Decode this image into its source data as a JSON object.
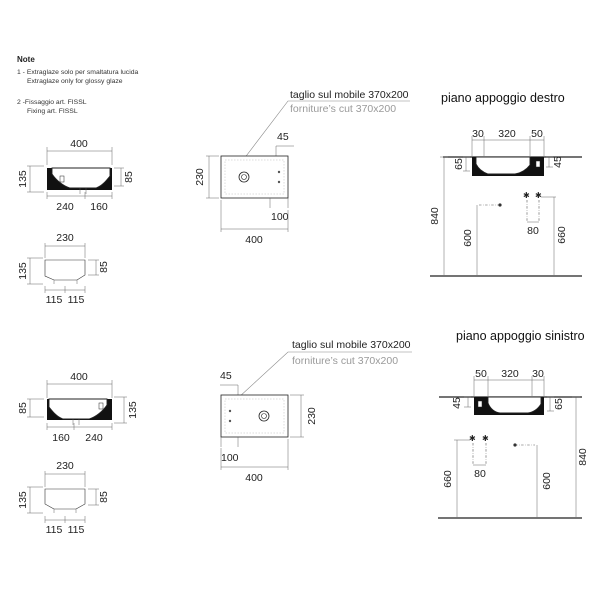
{
  "notes": {
    "title": "Note",
    "line1": "1 - Extraglaze solo per smaltatura lucida",
    "line1b": "Extraglaze only for glossy glaze",
    "line2": "2 -Fissaggio art. FISSL",
    "line2b": "Fixing art. FISSL"
  },
  "right_version": {
    "front": {
      "width": "400",
      "left_height": "135",
      "right_height": "85",
      "left_seg": "240",
      "right_seg": "160"
    },
    "side": {
      "width": "230",
      "left_height": "135",
      "right_height": "85",
      "seg_a": "115",
      "seg_b": "115"
    },
    "top": {
      "cut_label": "taglio sul mobile 370x200",
      "cut_label_en": "forniture’s cut  370x200",
      "dim_45": "45",
      "height": "230",
      "dim_100": "100",
      "width": "400"
    },
    "install": {
      "title": "piano appoggio destro",
      "dim_30": "30",
      "dim_320": "320",
      "dim_50": "50",
      "dim_65": "65",
      "dim_45": "45",
      "dim_840": "840",
      "dim_600": "600",
      "dim_80": "80",
      "dim_660": "660"
    }
  },
  "left_version": {
    "front": {
      "width": "400",
      "left_height": "85",
      "right_height": "135",
      "left_seg": "160",
      "right_seg": "240"
    },
    "side": {
      "width": "230",
      "left_height": "135",
      "right_height": "85",
      "seg_a": "115",
      "seg_b": "115"
    },
    "top": {
      "cut_label": "taglio sul mobile 370x200",
      "cut_label_en": "forniture’s cut  370x200",
      "dim_45": "45",
      "height": "230",
      "dim_100": "100",
      "width": "400"
    },
    "install": {
      "title": "piano appoggio sinistro",
      "dim_50": "50",
      "dim_320": "320",
      "dim_30": "30",
      "dim_45": "45",
      "dim_65": "65",
      "dim_660": "660",
      "dim_80": "80",
      "dim_600": "600",
      "dim_840": "840"
    }
  }
}
